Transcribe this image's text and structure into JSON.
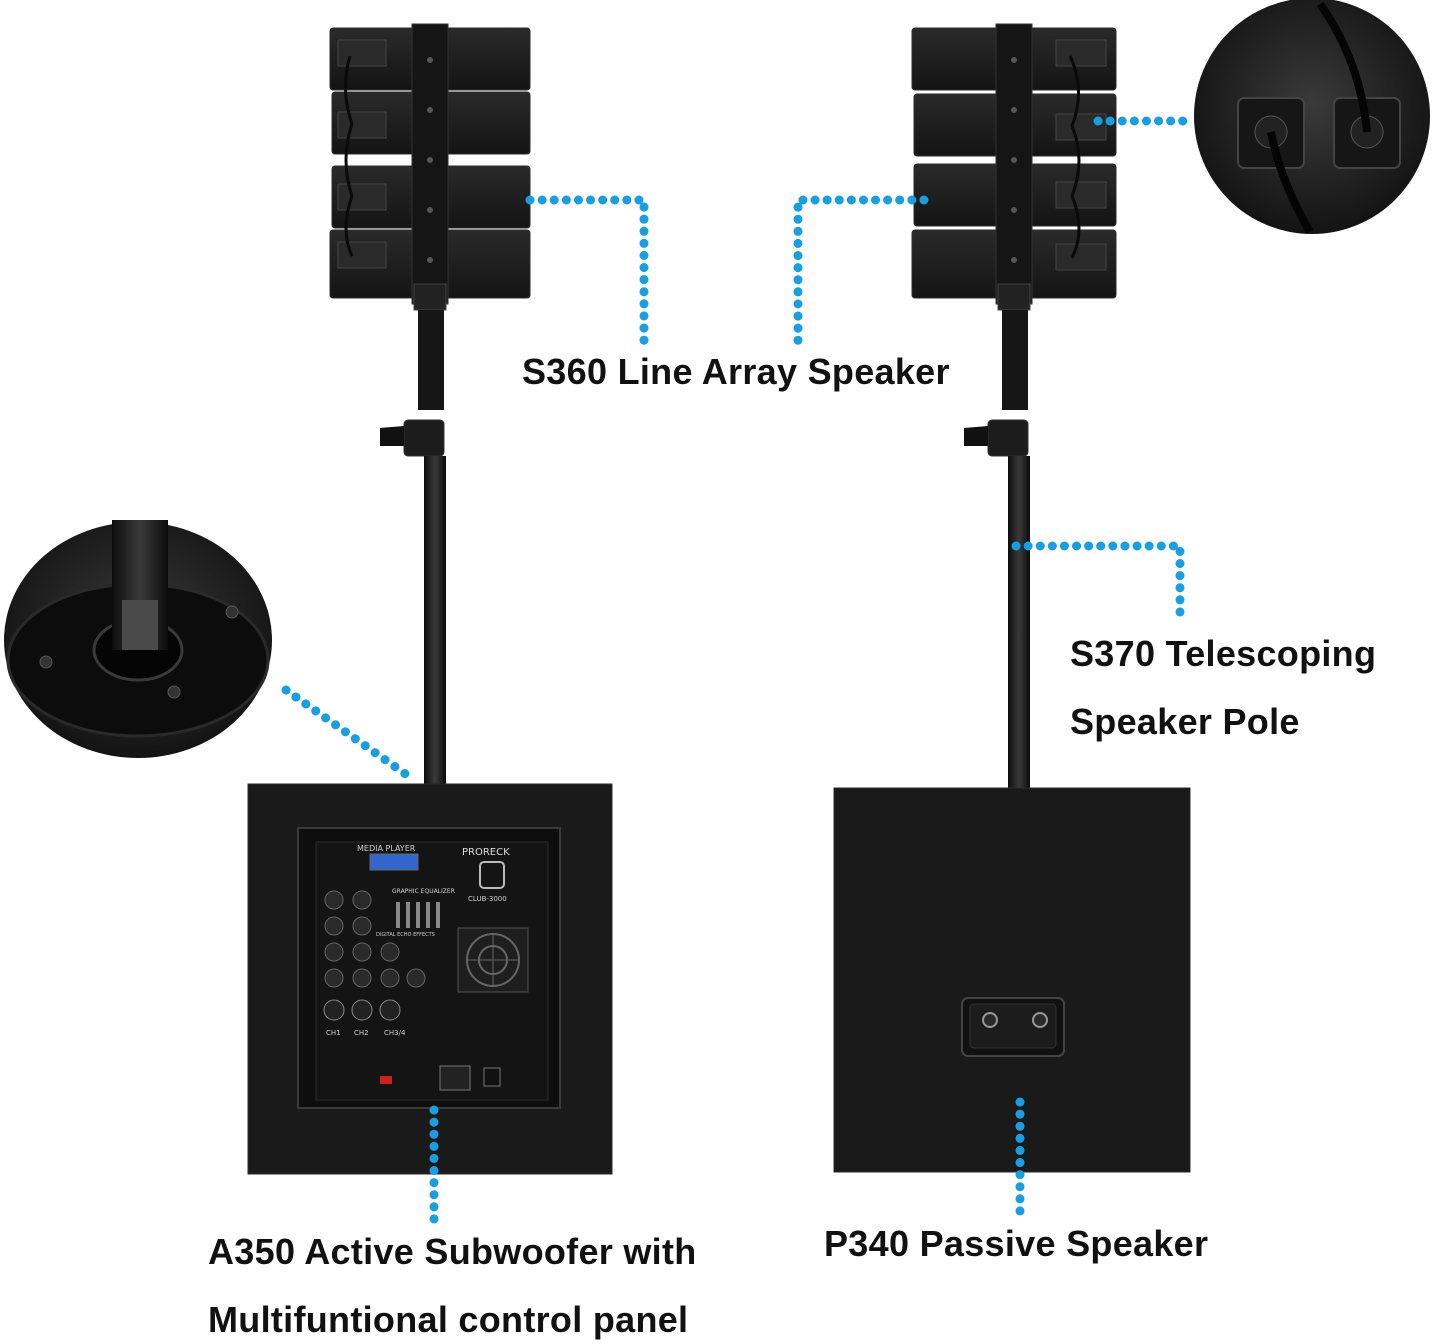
{
  "labels": {
    "line_array": "S360 Line Array Speaker",
    "pole_line1": "S370 Telescoping",
    "pole_line2": "Speaker Pole",
    "subwoofer_line1": "A350 Active Subwoofer with",
    "subwoofer_line2": "Multifuntional control panel",
    "passive": "P340 Passive Speaker"
  },
  "panel": {
    "brand": "PRORECK",
    "model": "CLUB-3000",
    "media_player": "MEDIA PLAYER",
    "graphic_equalizer": "GRAPHIC EQUALIZER",
    "digital_echo": "DIGITAL ECHO EFFECTS",
    "ch1": "CH1",
    "ch2": "CH2",
    "ch34": "CH3/4"
  },
  "colors": {
    "callout_dots": "#1a9ee0",
    "equipment": "#1b1b1b",
    "equipment_edge": "#2c2c2c",
    "label_text": "#111111"
  }
}
